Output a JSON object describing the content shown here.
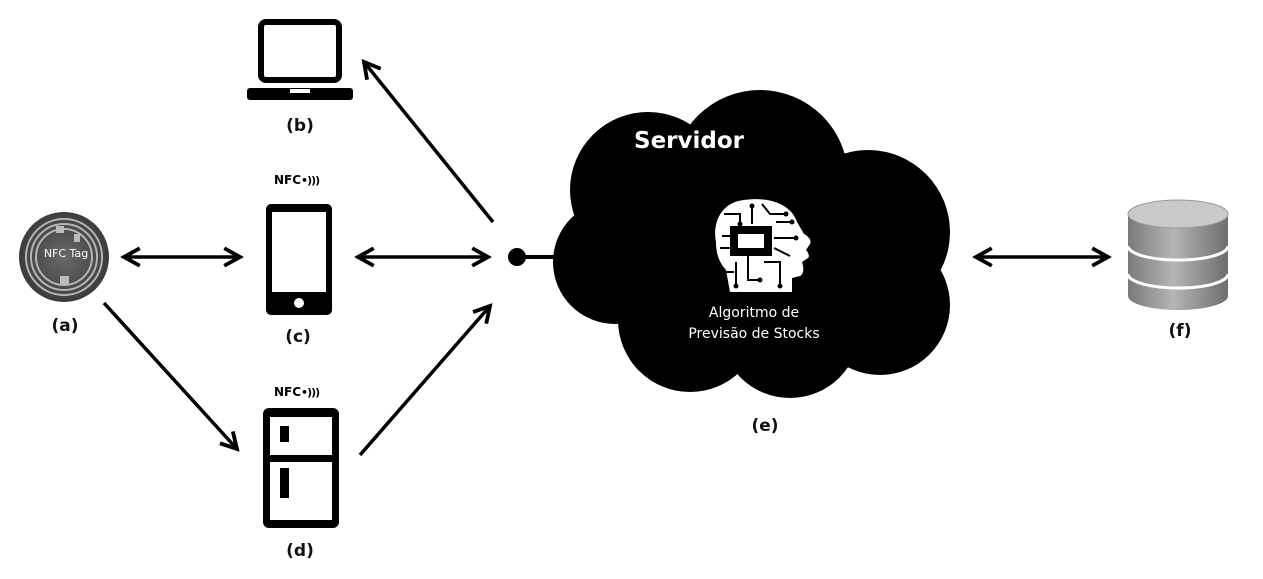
{
  "labels": {
    "a": "(a)",
    "b": "(b)",
    "c": "(c)",
    "d": "(d)",
    "e": "(e)",
    "f": "(f)"
  },
  "nfc_tag_text": "NFC Tag",
  "nfc_badge": "NFC",
  "cloud": {
    "title": "Servidor",
    "algorithm_line1": "Algoritmo de",
    "algorithm_line2": "Previsão de Stocks"
  },
  "colors": {
    "ink": "#000000",
    "cloud": "#000000",
    "cloud_text": "#ffffff",
    "db_top": "#bdbdbd",
    "db_body": "#8e8e8e"
  },
  "icons": {
    "a": "nfc-tag-icon",
    "b": "laptop-icon",
    "c": "smartphone-icon",
    "d": "fridge-icon",
    "e": "cloud-server-icon",
    "f": "database-icon"
  }
}
